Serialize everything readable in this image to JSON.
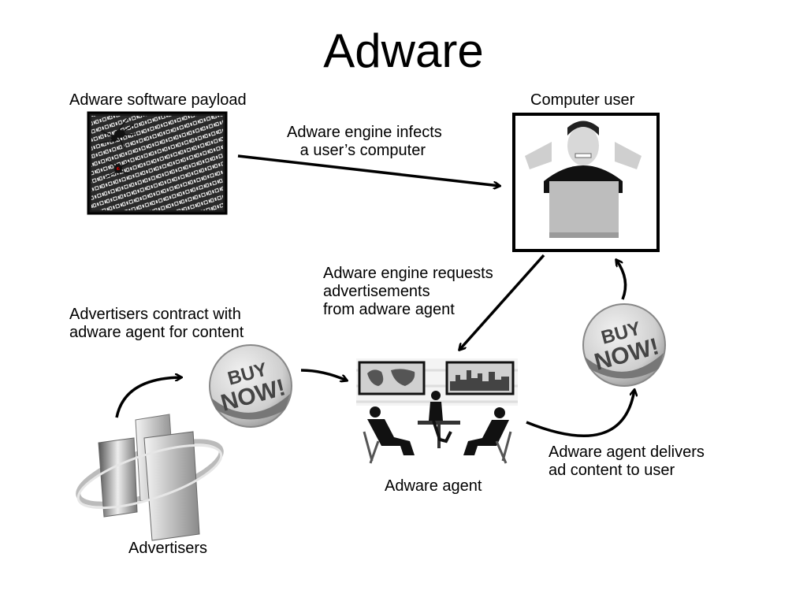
{
  "title": "Adware",
  "labels": {
    "payload": "Adware software payload",
    "computer_user": "Computer user",
    "infects": "Adware engine infects\n   a user’s computer",
    "requests": "Adware engine requests\nadvertisements\nfrom adware agent",
    "contract": "Advertisers contract with\nadware agent for content",
    "delivers": "Adware agent delivers\nad content to user",
    "agent": "Adware agent",
    "advertisers": "Advertisers"
  },
  "badges": {
    "buy": "BUY",
    "now": "NOW!"
  },
  "binary_text": "010010101101011100101011010010101110010101001011101010"
}
